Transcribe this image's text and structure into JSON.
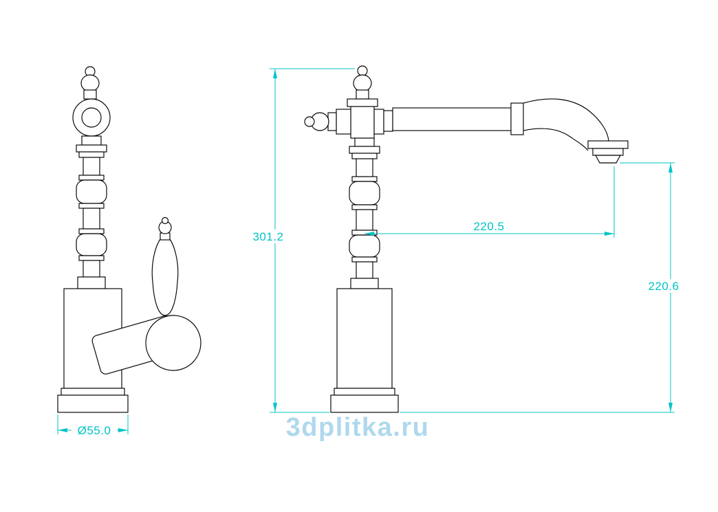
{
  "drawing": {
    "kind": "faucet two-view dimensioned technical drawing",
    "colors": {
      "line": "#000000",
      "dimension": "#00c3c7",
      "watermark": "#a9d5ec",
      "background": "#ffffff"
    },
    "dimensions": {
      "overall_height": "301.2",
      "spout_reach": "220.5",
      "outlet_height": "220.6",
      "base_diameter": "Ø55.0"
    },
    "watermark": "3dplitka.ru"
  }
}
